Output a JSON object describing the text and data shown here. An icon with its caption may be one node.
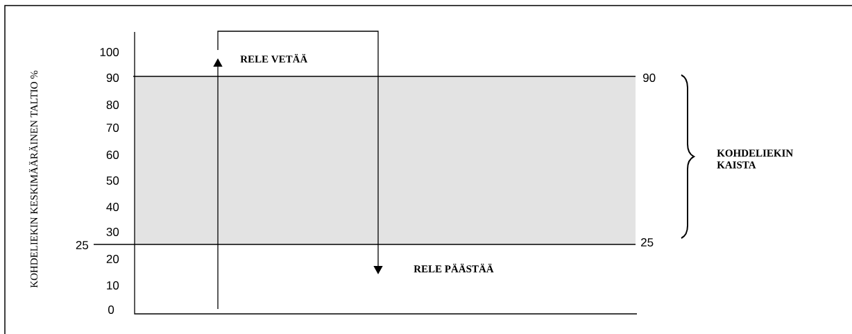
{
  "diagram": {
    "labels": [
      "KOHDELIEKIN KESKIMÄÄRÄINEN TALTIO %",
      "100",
      "90",
      "80",
      "70",
      "60",
      "50",
      "40",
      "30",
      "25",
      "20",
      "10",
      "0",
      "RELE VETÄÄ",
      "90",
      "25",
      "KOHDELIEKIN KAISTA",
      "RELE PÄÄSTÄÄ"
    ]
  }
}
